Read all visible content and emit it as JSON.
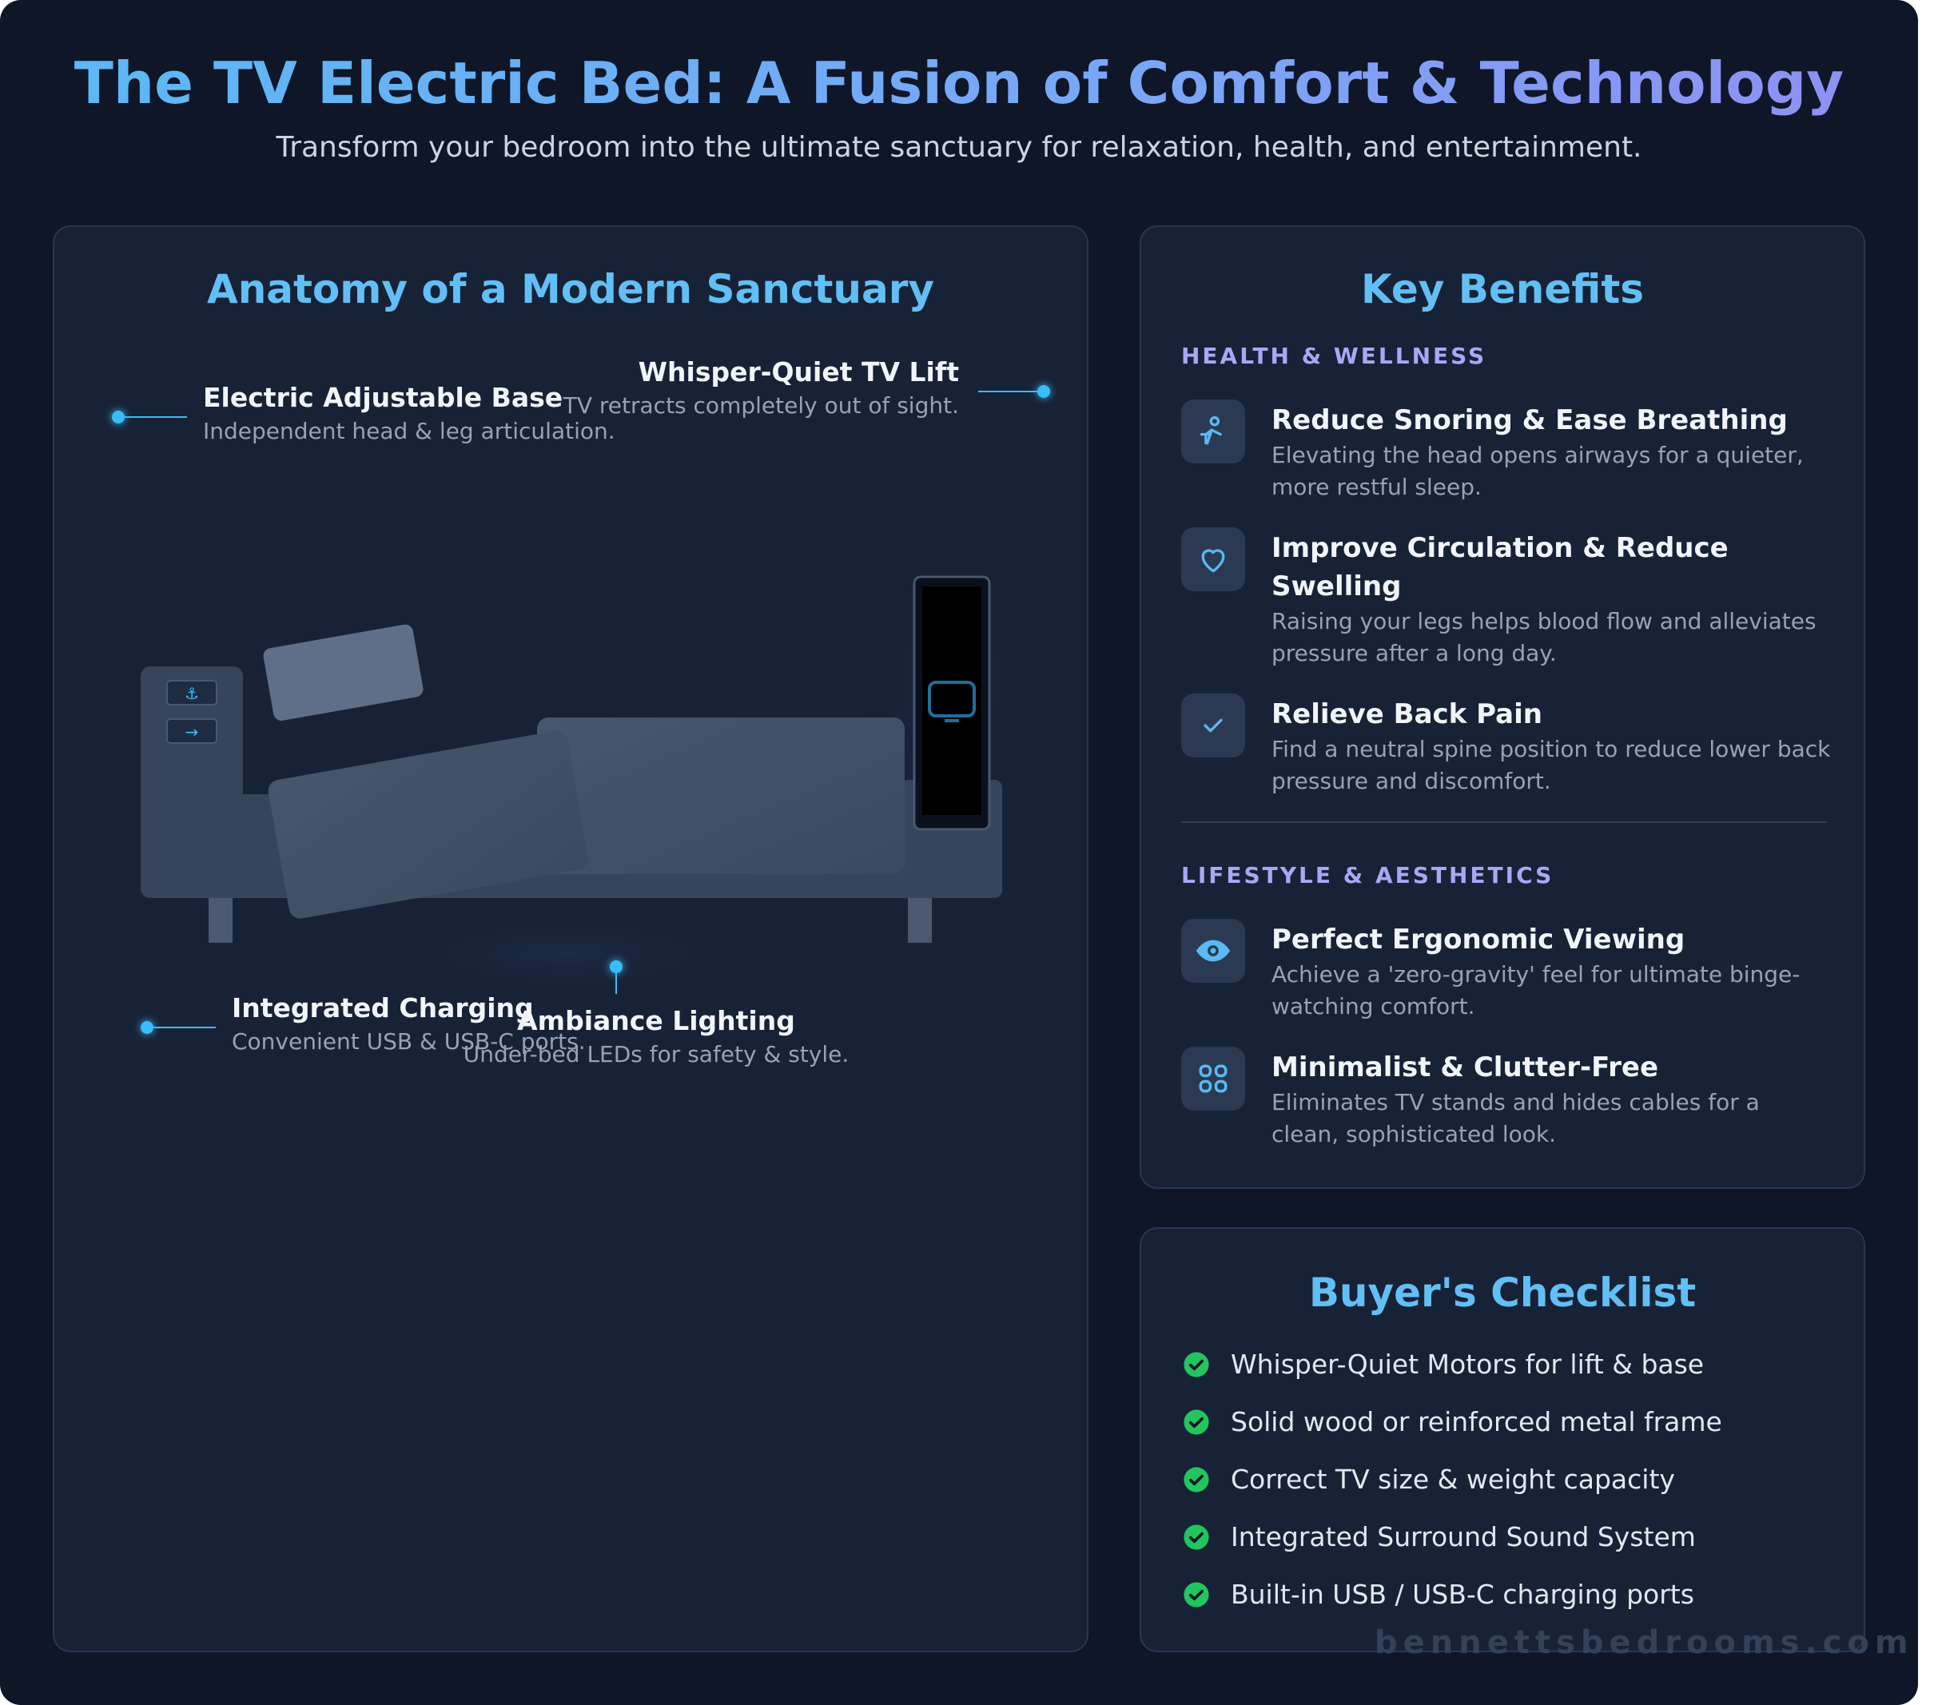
{
  "header": {
    "title": "The TV Electric Bed: A Fusion of Comfort & Technology",
    "subtitle": "Transform your bedroom into the ultimate sanctuary for relaxation, health, and entertainment."
  },
  "anatomy": {
    "title": "Anatomy of a Modern Sanctuary",
    "callouts": {
      "base": {
        "title": "Electric Adjustable Base",
        "desc": "Independent head & leg articulation."
      },
      "tv_lift": {
        "title": "Whisper-Quiet TV Lift",
        "desc": "TV retracts completely out of sight."
      },
      "charging": {
        "title": "Integrated Charging",
        "desc": "Convenient USB & USB-C ports."
      },
      "lighting": {
        "title": "Ambiance Lighting",
        "desc": "Under-bed LEDs for safety & style."
      }
    }
  },
  "benefits": {
    "title": "Key Benefits",
    "health_label": "HEALTH & WELLNESS",
    "lifestyle_label": "LIFESTYLE & AESTHETICS",
    "items": [
      {
        "icon": "person-reclining-icon",
        "title": "Reduce Snoring & Ease Breathing",
        "desc": "Elevating the head opens airways for a quieter, more restful sleep."
      },
      {
        "icon": "heart-icon",
        "title": "Improve Circulation & Reduce Swelling",
        "desc": "Raising your legs helps blood flow and alleviates pressure after a long day."
      },
      {
        "icon": "checkmark-icon",
        "title": "Relieve Back Pain",
        "desc": "Find a neutral spine position to reduce lower back pressure and discomfort."
      },
      {
        "icon": "eye-icon",
        "title": "Perfect Ergonomic Viewing",
        "desc": "Achieve a 'zero-gravity' feel for ultimate binge-watching comfort."
      },
      {
        "icon": "grid-icon",
        "title": "Minimalist & Clutter-Free",
        "desc": "Eliminates TV stands and hides cables for a clean, sophisticated look."
      }
    ]
  },
  "checklist": {
    "title": "Buyer's Checklist",
    "items": [
      "Whisper-Quiet Motors for lift & base",
      "Solid wood or reinforced metal frame",
      "Correct TV size & weight capacity",
      "Integrated Surround Sound System",
      "Built-in USB / USB-C charging ports"
    ]
  },
  "watermark": "bennettsbedrooms.com",
  "colors": {
    "background": "#0e1628",
    "panel": "#182236",
    "accent_blue": "#62bff5",
    "accent_violet": "#a5a9f5",
    "check_green": "#22c55e",
    "highlight": "#38bdf8"
  }
}
